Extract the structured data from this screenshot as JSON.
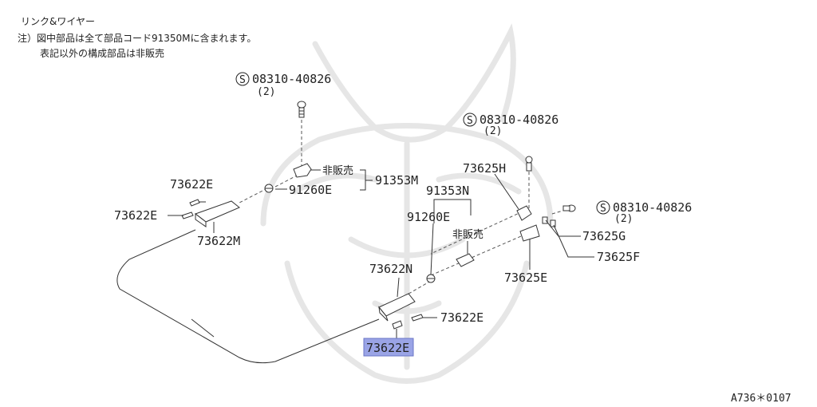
{
  "header": {
    "title": "リンク&ワイヤー",
    "note1": "注）図中部品は全て部品コード91350Mに含まれます。",
    "note2": "表記以外の構成部品は非販売"
  },
  "labels": {
    "screw_top": "08310-40826",
    "screw_top_qty": "(2)",
    "screw_right_top": "08310-40826",
    "screw_right_top_qty": "(2)",
    "screw_right": "08310-40826",
    "screw_right_qty": "(2)",
    "screw_symbol": "S",
    "not_for_sale_1": "非販売",
    "not_for_sale_2": "非販売",
    "p91353m": "91353M",
    "p91260e_1": "91260E",
    "p91353n": "91353N",
    "p91260e_2": "91260E",
    "p73622e_1": "73622E",
    "p73622e_2": "73622E",
    "p73622m": "73622M",
    "p73625h": "73625H",
    "p73625g": "73625G",
    "p73625f": "73625F",
    "p73625e": "73625E",
    "p73622n": "73622N",
    "p73622e_3": "73622E",
    "p73622e_4": "73622E",
    "ref_code": "A736＊0107"
  },
  "colors": {
    "highlight": "#9aa4e6",
    "line": "#333333",
    "watermark": "#e6e6e6"
  }
}
